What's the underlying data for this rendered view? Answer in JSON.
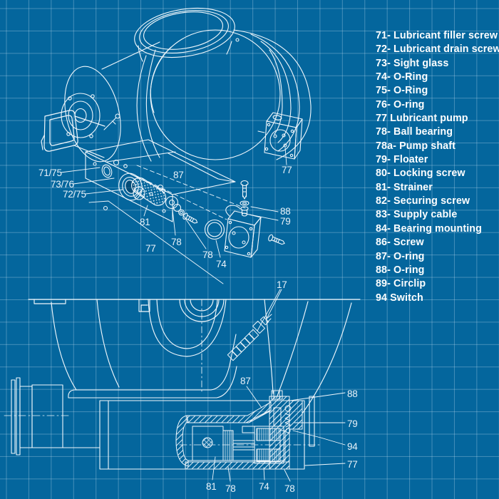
{
  "palette": {
    "background": "#04669d",
    "grid_line": "#4d87aa",
    "line_art": "#f0f7fc",
    "text": "#fdfeff"
  },
  "parts_list": {
    "items": [
      "71- Lubricant filler screw",
      "72- Lubricant drain screw",
      "73- Sight glass",
      "74- O-Ring",
      "75- O-Ring",
      "76- O-ring",
      "77 Lubricant pump",
      "78- Ball bearing",
      "78a- Pump shaft",
      "79- Floater",
      "80- Locking screw",
      "81- Strainer",
      "82- Securing screw",
      "83- Supply cable",
      "84- Bearing mounting",
      "86- Screw",
      "87- O-ring",
      "88- O-ring",
      "89- Circlip",
      "94 Switch"
    ]
  },
  "top_view": {
    "labels": [
      "71/75",
      "73/76",
      "72/75",
      "87",
      "77",
      "81",
      "78",
      "77",
      "78",
      "74",
      "88",
      "79"
    ]
  },
  "section_view": {
    "labels": [
      "17",
      "87",
      "88",
      "79",
      "94",
      "77",
      "81",
      "78",
      "74",
      "78"
    ]
  }
}
